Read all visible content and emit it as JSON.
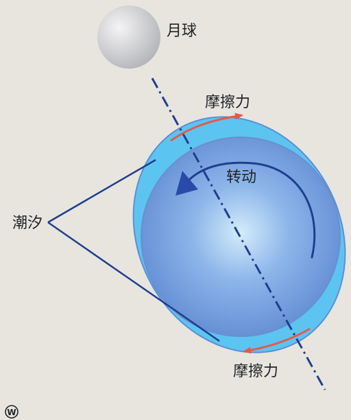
{
  "labels": {
    "moon": "月球",
    "friction_top": "摩擦力",
    "rotation": "转动",
    "tides": "潮汐",
    "friction_bottom": "摩擦力"
  },
  "colors": {
    "background": "#e8e5df",
    "moon": "#c9cacd",
    "tidal_bulge": "#5cc4f0",
    "earth": "#5b8fd6",
    "axis_line": "#1f3e8f",
    "rotation_arrow": "#1f3e8f",
    "friction_arrow": "#e8584a",
    "text": "#1f2326"
  },
  "icons": {
    "logo": "W"
  }
}
